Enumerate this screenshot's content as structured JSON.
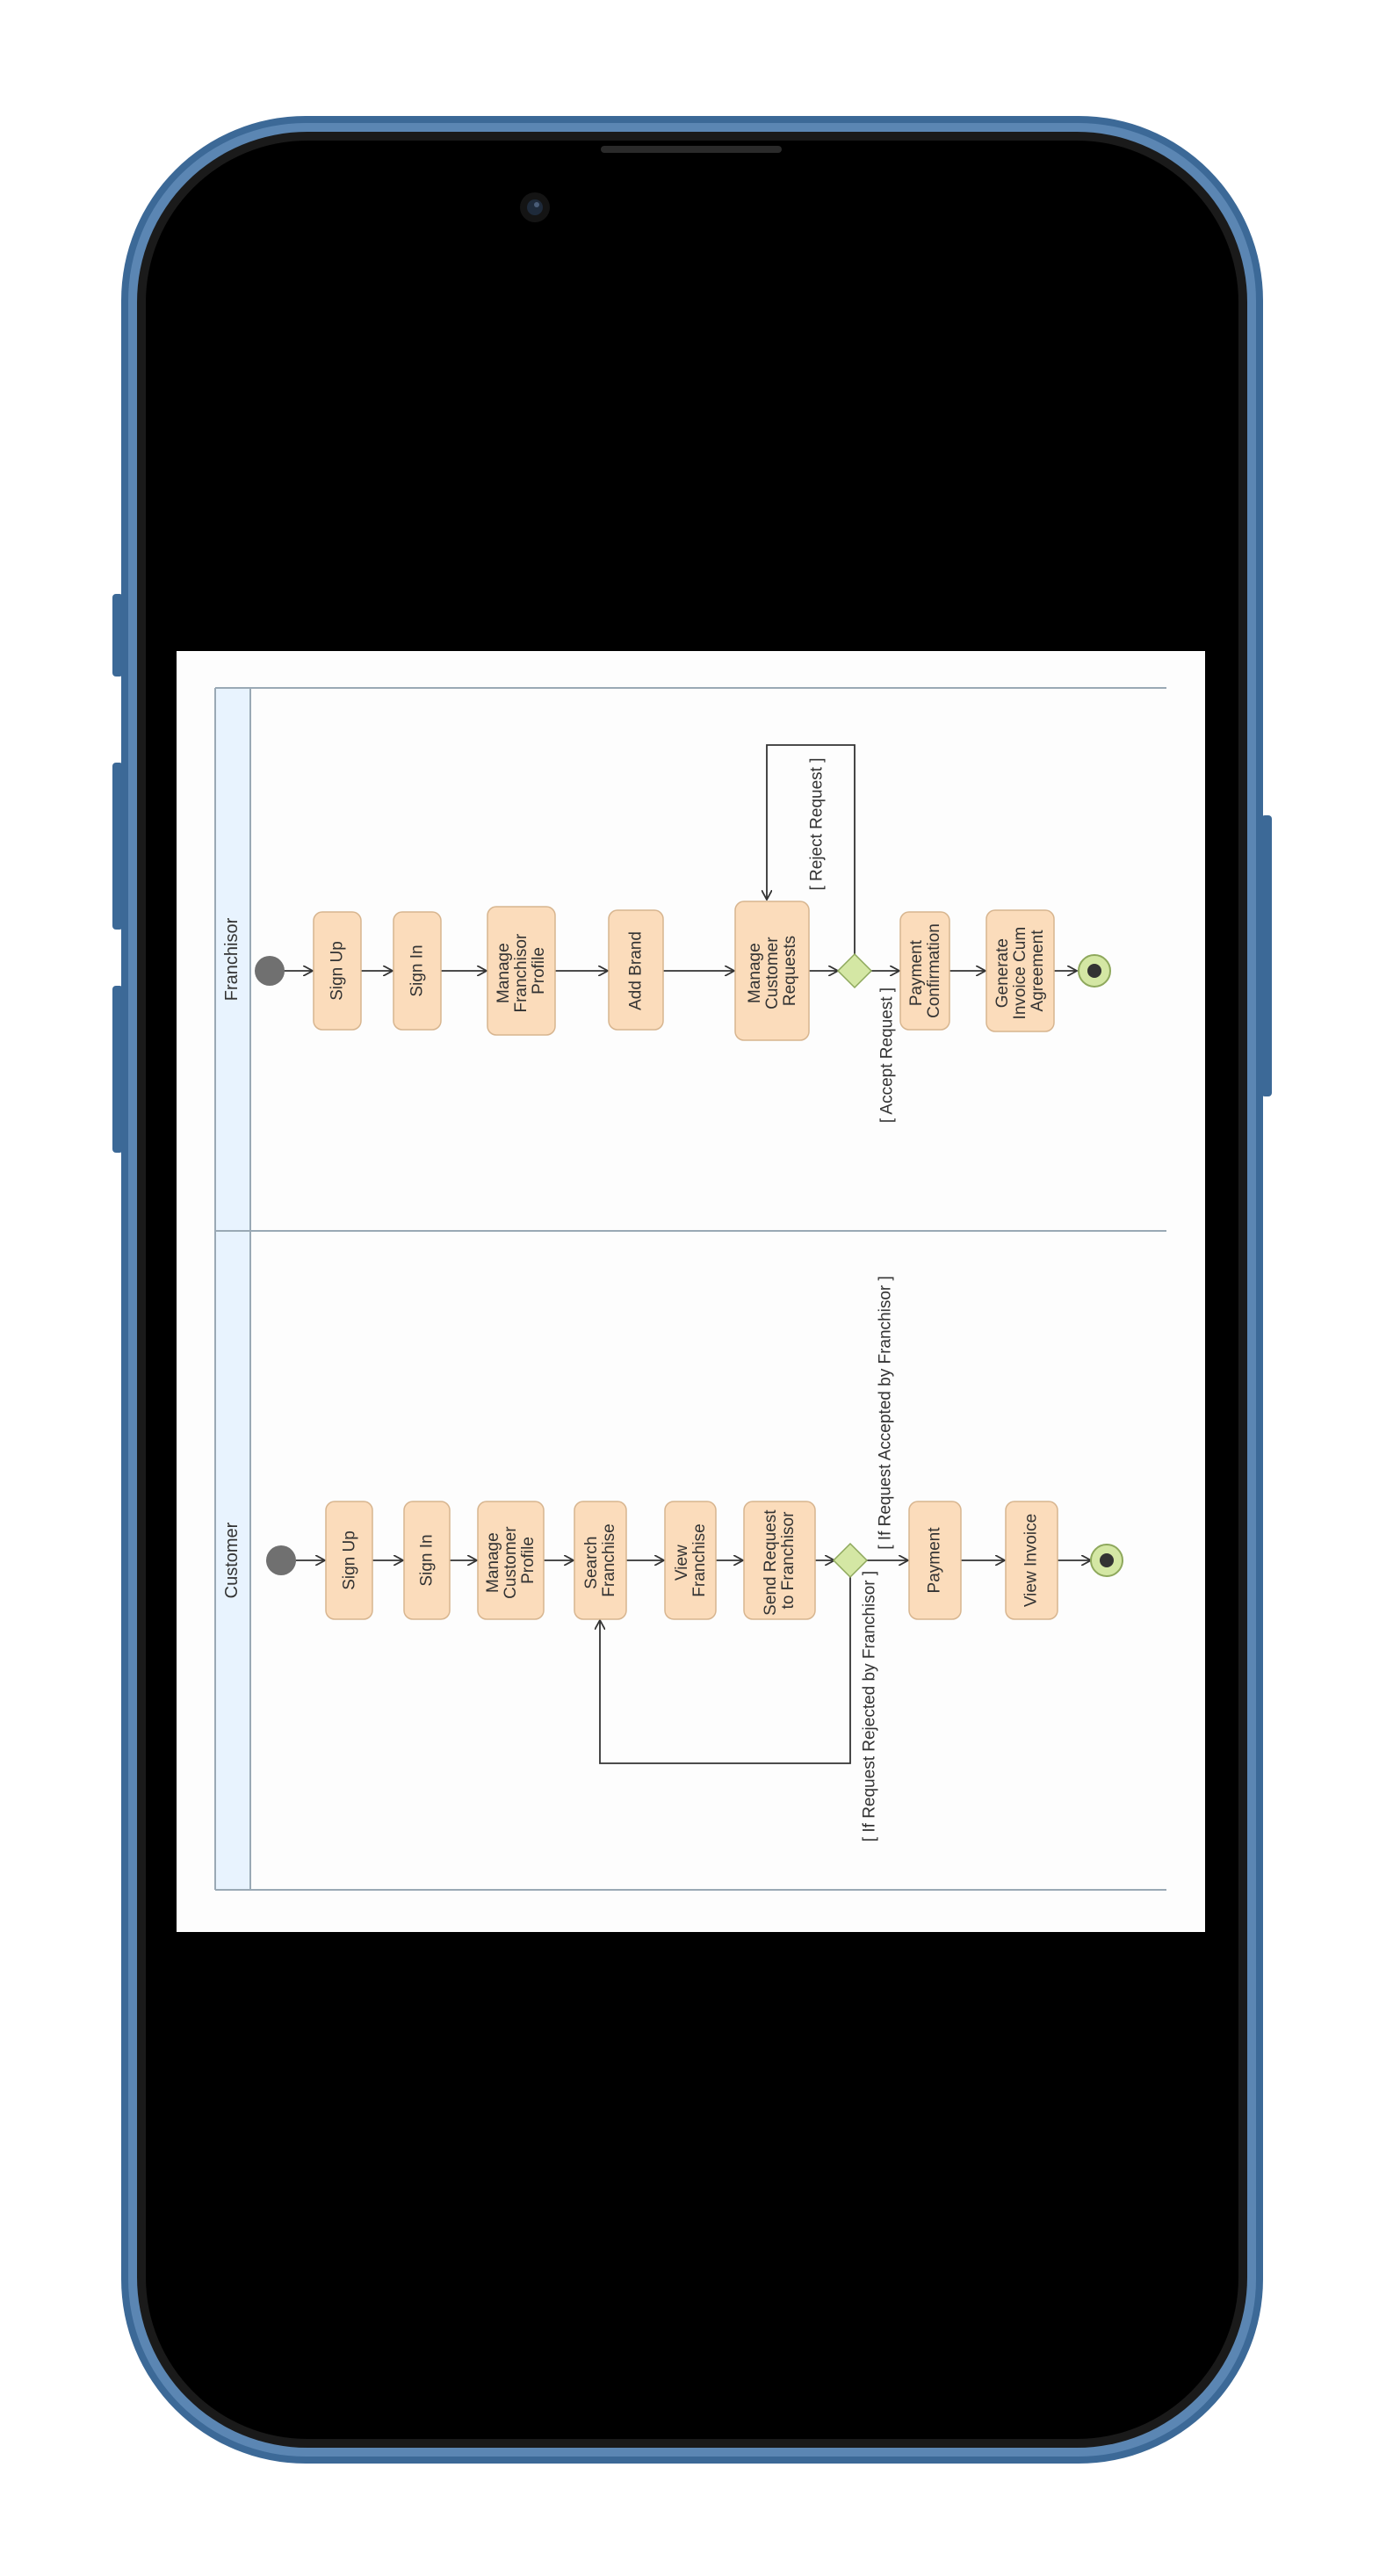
{
  "colors": {
    "frame_blue": "#3c6997",
    "screen": "#000000",
    "diagram_bg": "#fdfdfd",
    "lane_header": "#e8f3fe",
    "lane_border": "#9aa9b5",
    "action_fill": "#fbdcbb",
    "action_stroke": "#d7b58f",
    "decision_fill": "#d4e7a4",
    "decision_stroke": "#8ea85c",
    "start_node": "#707070",
    "text": "#333333"
  },
  "diagram": {
    "lanes": {
      "franchisor": "Franchisor",
      "customer": "Customer"
    },
    "franchisor": {
      "sign_up": "Sign Up",
      "sign_in": "Sign In",
      "manage_profile": [
        "Manage",
        "Franchisor",
        "Profile"
      ],
      "add_brand": "Add Brand",
      "manage_requests": [
        "Manage",
        "Customer",
        "Requests"
      ],
      "payment_confirmation": [
        "Payment",
        "Confirmation"
      ],
      "generate_invoice": [
        "Generate",
        "Invoice Cum",
        "Agreement"
      ],
      "guard_reject": "[ Reject Request ]",
      "guard_accept": "[ Accept Request ]"
    },
    "customer": {
      "sign_up": "Sign Up",
      "sign_in": "Sign In",
      "manage_profile": [
        "Manage",
        "Customer",
        "Profile"
      ],
      "search_franchise": [
        "Search",
        "Franchise"
      ],
      "view_franchise": [
        "View",
        "Franchise"
      ],
      "send_request": [
        "Send Request",
        "to Franchisor"
      ],
      "payment": "Payment",
      "view_invoice": "View Invoice",
      "guard_accepted": "[ If Request Accepted by Franchisor ]",
      "guard_rejected": "[ If Request Rejected by Franchisor ]"
    }
  }
}
